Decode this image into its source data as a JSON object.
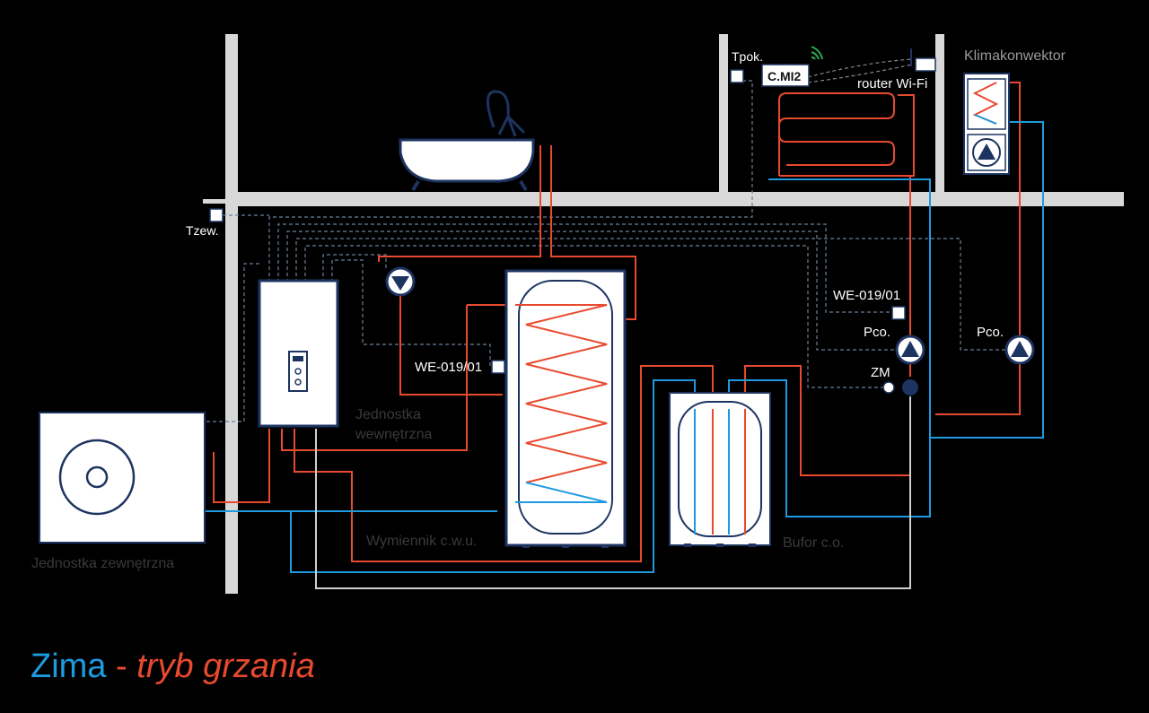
{
  "title": {
    "season": "Zima",
    "separator": " - ",
    "mode": "tryb grzania"
  },
  "labels": {
    "tpok": "Tpok.",
    "cmi2": "C.MI2",
    "router": "router Wi-Fi",
    "klimakonwektor": "Klimakonwektor",
    "tzew": "Tzew.",
    "we019_right": "WE-019/01",
    "pco_left": "Pco.",
    "pco_right": "Pco.",
    "zm": "ZM",
    "we019_left": "WE-019/01",
    "jedn_wew_1": "Jednostka",
    "jedn_wew_2": "wewnętrzna",
    "wymiennik": "Wymiennik c.w.u.",
    "bufor": "Bufor c.o.",
    "jedn_zew": "Jednostka zewnętrzna"
  },
  "colors": {
    "hot": "#e84a2f",
    "cold": "#1e9be0",
    "structure": "#d8d8d8",
    "equipment": "#ffffff",
    "outline": "#1d3461",
    "wifi": "#2fa84f"
  },
  "icons": [
    "bathtub-icon",
    "pump-icon",
    "wifi-signal-icon",
    "fan-icon",
    "controller-icon"
  ]
}
